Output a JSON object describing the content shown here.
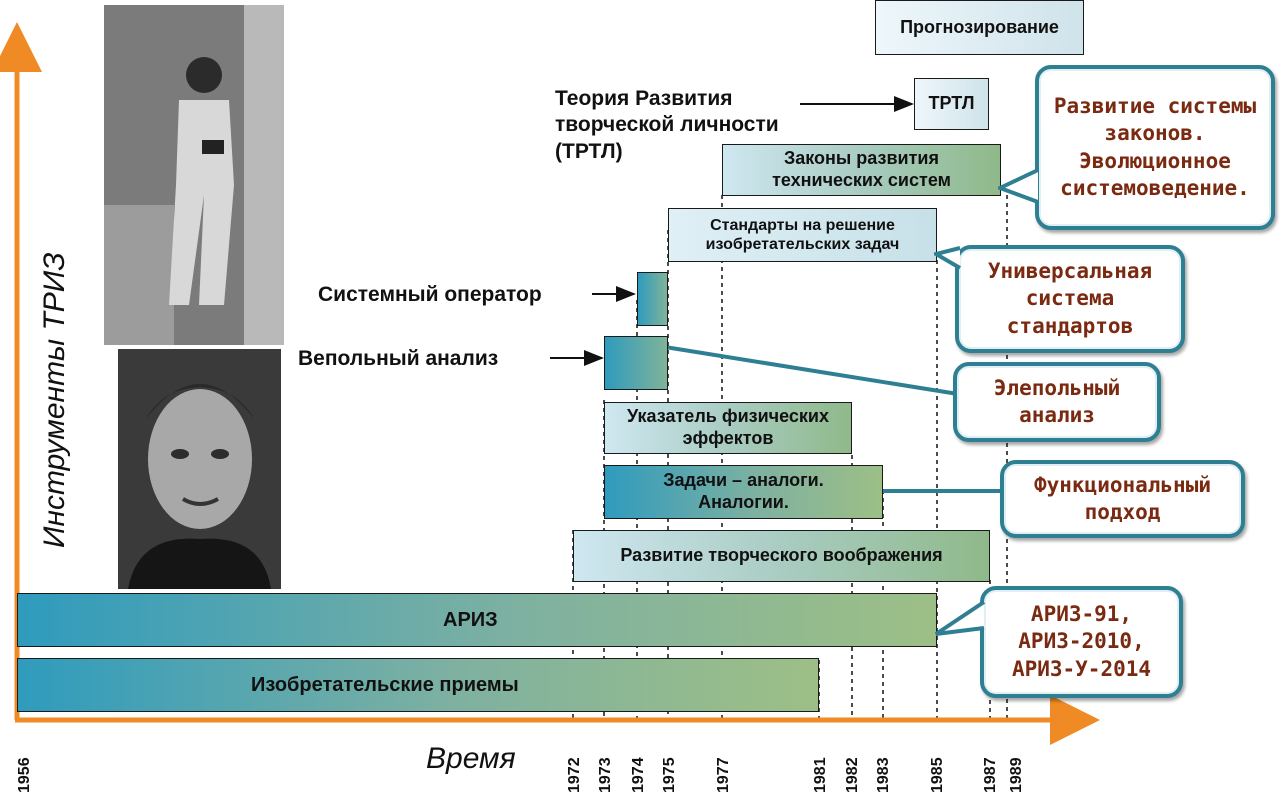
{
  "axes": {
    "y_title": "Инструменты ТРИЗ",
    "x_title": "Время",
    "axis_color": "#f08a24"
  },
  "years": [
    "1956",
    "1972",
    "1973",
    "1974",
    "1975",
    "1977",
    "1981",
    "1982",
    "1983",
    "1985",
    "1987",
    "1989"
  ],
  "bars": {
    "forecasting": "Прогнозирование",
    "trtl": "ТРТЛ",
    "laws": "Законы развития технических систем",
    "standards": "Стандарты на решение изобретательских задач",
    "system_operator": "",
    "su_field": "",
    "physical_effects": "Указатель физических эффектов",
    "analogies": "Задачи – аналоги. Аналогии.",
    "imagination": "Развитие творческого воображения",
    "ariz": "АРИЗ",
    "techniques": "Изобретательские приемы"
  },
  "labels": {
    "trtl_full": "Теория Развития творческой личности (ТРТЛ)",
    "system_operator": "Системный оператор",
    "su_field": "Вепольный анализ"
  },
  "callouts": {
    "laws_evolution": "Развитие системы законов. Эволюционное системоведение.",
    "universal_standards": "Универсальная система стандартов",
    "elepol": "Элепольный анализ",
    "functional": "Функциональный подход",
    "ariz_versions": "АРИЗ-91, АРИЗ-2010, АРИЗ-У-2014"
  },
  "colors": {
    "callout_border": "#2e7f92",
    "callout_text": "#7a2a10",
    "bar_teal": "#2f9bbd",
    "bar_green": "#9dbf86"
  }
}
